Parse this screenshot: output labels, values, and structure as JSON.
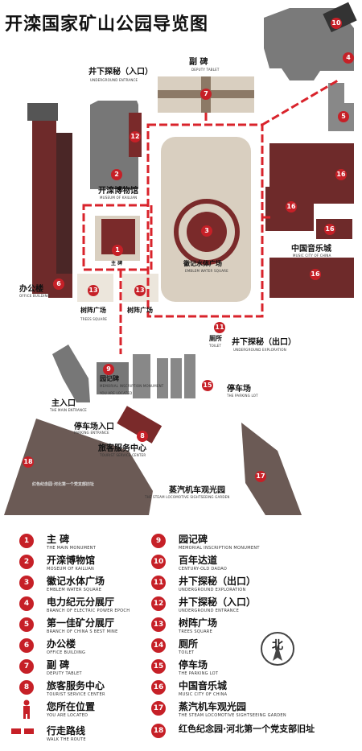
{
  "title": "开滦国家矿山公园导览图",
  "map_labels": {
    "underground_entrance": "井下探秘（入口）",
    "underground_entrance_en": "UNDERGROUND ENTRANCE",
    "deputy_tablet": "副 碑",
    "deputy_tablet_en": "DEPUTY TABLET",
    "museum": "开滦博物馆",
    "museum_en": "MUSEUM OF KAILUAN",
    "main_monument": "主 碑",
    "emblem_square": "徽记水体广场",
    "emblem_square_en": "EMBLEM WATER SQUARE",
    "music_city": "中国音乐城",
    "music_city_en": "MUSIC CITY OF CHINA",
    "office": "办公楼",
    "office_en": "OFFICE BUILDING",
    "trees_square_1": "树阵广场",
    "trees_square_2": "树阵广场",
    "trees_square_en": "TREES SQUARE",
    "toilet": "厕所",
    "toilet_en": "TOILET",
    "underground_exit": "井下探秘（出口）",
    "underground_exit_en": "UNDERGROUND EXPLORATION",
    "memorial": "园记碑",
    "memorial_en": "MEMORIAL INSCRIPTION MONUMENT",
    "you_are_here_en": "YOU ARE LOCATED",
    "main_entrance": "主入口",
    "main_entrance_en": "THE MAIN ENTRANCE",
    "parking": "停车场",
    "parking_en": "THE PARKING LOT",
    "parking_entrance": "停车场入口",
    "parking_entrance_en": "PARKING ENTRANCE",
    "tourist_center": "旅客服务中心",
    "tourist_center_en": "TOURIST SERVICE CENTER",
    "steam_garden": "蒸汽机车观光园",
    "steam_garden_en": "THE STEAM LOCOMOTIVE SIGHTSEEING GARDEN",
    "red_garden": "红色纪念园·河北第一个党支部旧址",
    "north": "北"
  },
  "legend": [
    {
      "num": "1",
      "cn": "主 碑",
      "en": "THE MAIN MONUMENT"
    },
    {
      "num": "2",
      "cn": "开滦博物馆",
      "en": "MOSEUM OF KAILUAN"
    },
    {
      "num": "3",
      "cn": "徽记水体广场",
      "en": "EMBLEM WATER SQUARE"
    },
    {
      "num": "4",
      "cn": "电力纪元分展厅",
      "en": "BRANCH OF ELECTRIC POWER EPOCH"
    },
    {
      "num": "5",
      "cn": "第一佳矿分展厅",
      "en": "BRANCH OF CHINA S BEST MINE"
    },
    {
      "num": "6",
      "cn": "办公楼",
      "en": "OFFICE BUILDING"
    },
    {
      "num": "7",
      "cn": "副 碑",
      "en": "DEPUTY TABLET"
    },
    {
      "num": "8",
      "cn": "旅客服务中心",
      "en": "TOURIST SERVICE CENTER"
    },
    {
      "num": "9",
      "cn": "园记碑",
      "en": "MEMORIAL INSCRIPTION MONUMENT"
    },
    {
      "num": "10",
      "cn": "百年达道",
      "en": "CENTURY-OLD DADAO"
    },
    {
      "num": "11",
      "cn": "井下探秘（出口）",
      "en": "UNDERGROUND EXPLORATION"
    },
    {
      "num": "12",
      "cn": "井下探秘（入口）",
      "en": "UNDERGROUND ENTRANCE"
    },
    {
      "num": "13",
      "cn": "树阵广场",
      "en": "TREES SQUARE"
    },
    {
      "num": "14",
      "cn": "厕所",
      "en": "TOILET"
    },
    {
      "num": "15",
      "cn": "停车场",
      "en": "THE PARKING LOT"
    },
    {
      "num": "16",
      "cn": "中国音乐城",
      "en": "MUSIC CITY OF CHINA"
    },
    {
      "num": "17",
      "cn": "蒸汽机车观光园",
      "en": "THE STEAM LOCOMOTIVE SIGHTSEEING GARDEN"
    },
    {
      "num": "18",
      "cn": "红色纪念园·河北第一个党支部旧址",
      "en": ""
    }
  ],
  "legend_extra": {
    "you_are_here": "您所在位置",
    "you_are_here_en": "YOU ARE LOCATED",
    "walk_route": "行走路线",
    "walk_route_en": "WALK THE ROUTE"
  },
  "colors": {
    "marker": "#c62027",
    "building_dark": "#6e2a2a",
    "building_grey": "#777777",
    "route": "#d9232b",
    "plaza": "#d9cfc0",
    "ground": "#6b5a55"
  }
}
